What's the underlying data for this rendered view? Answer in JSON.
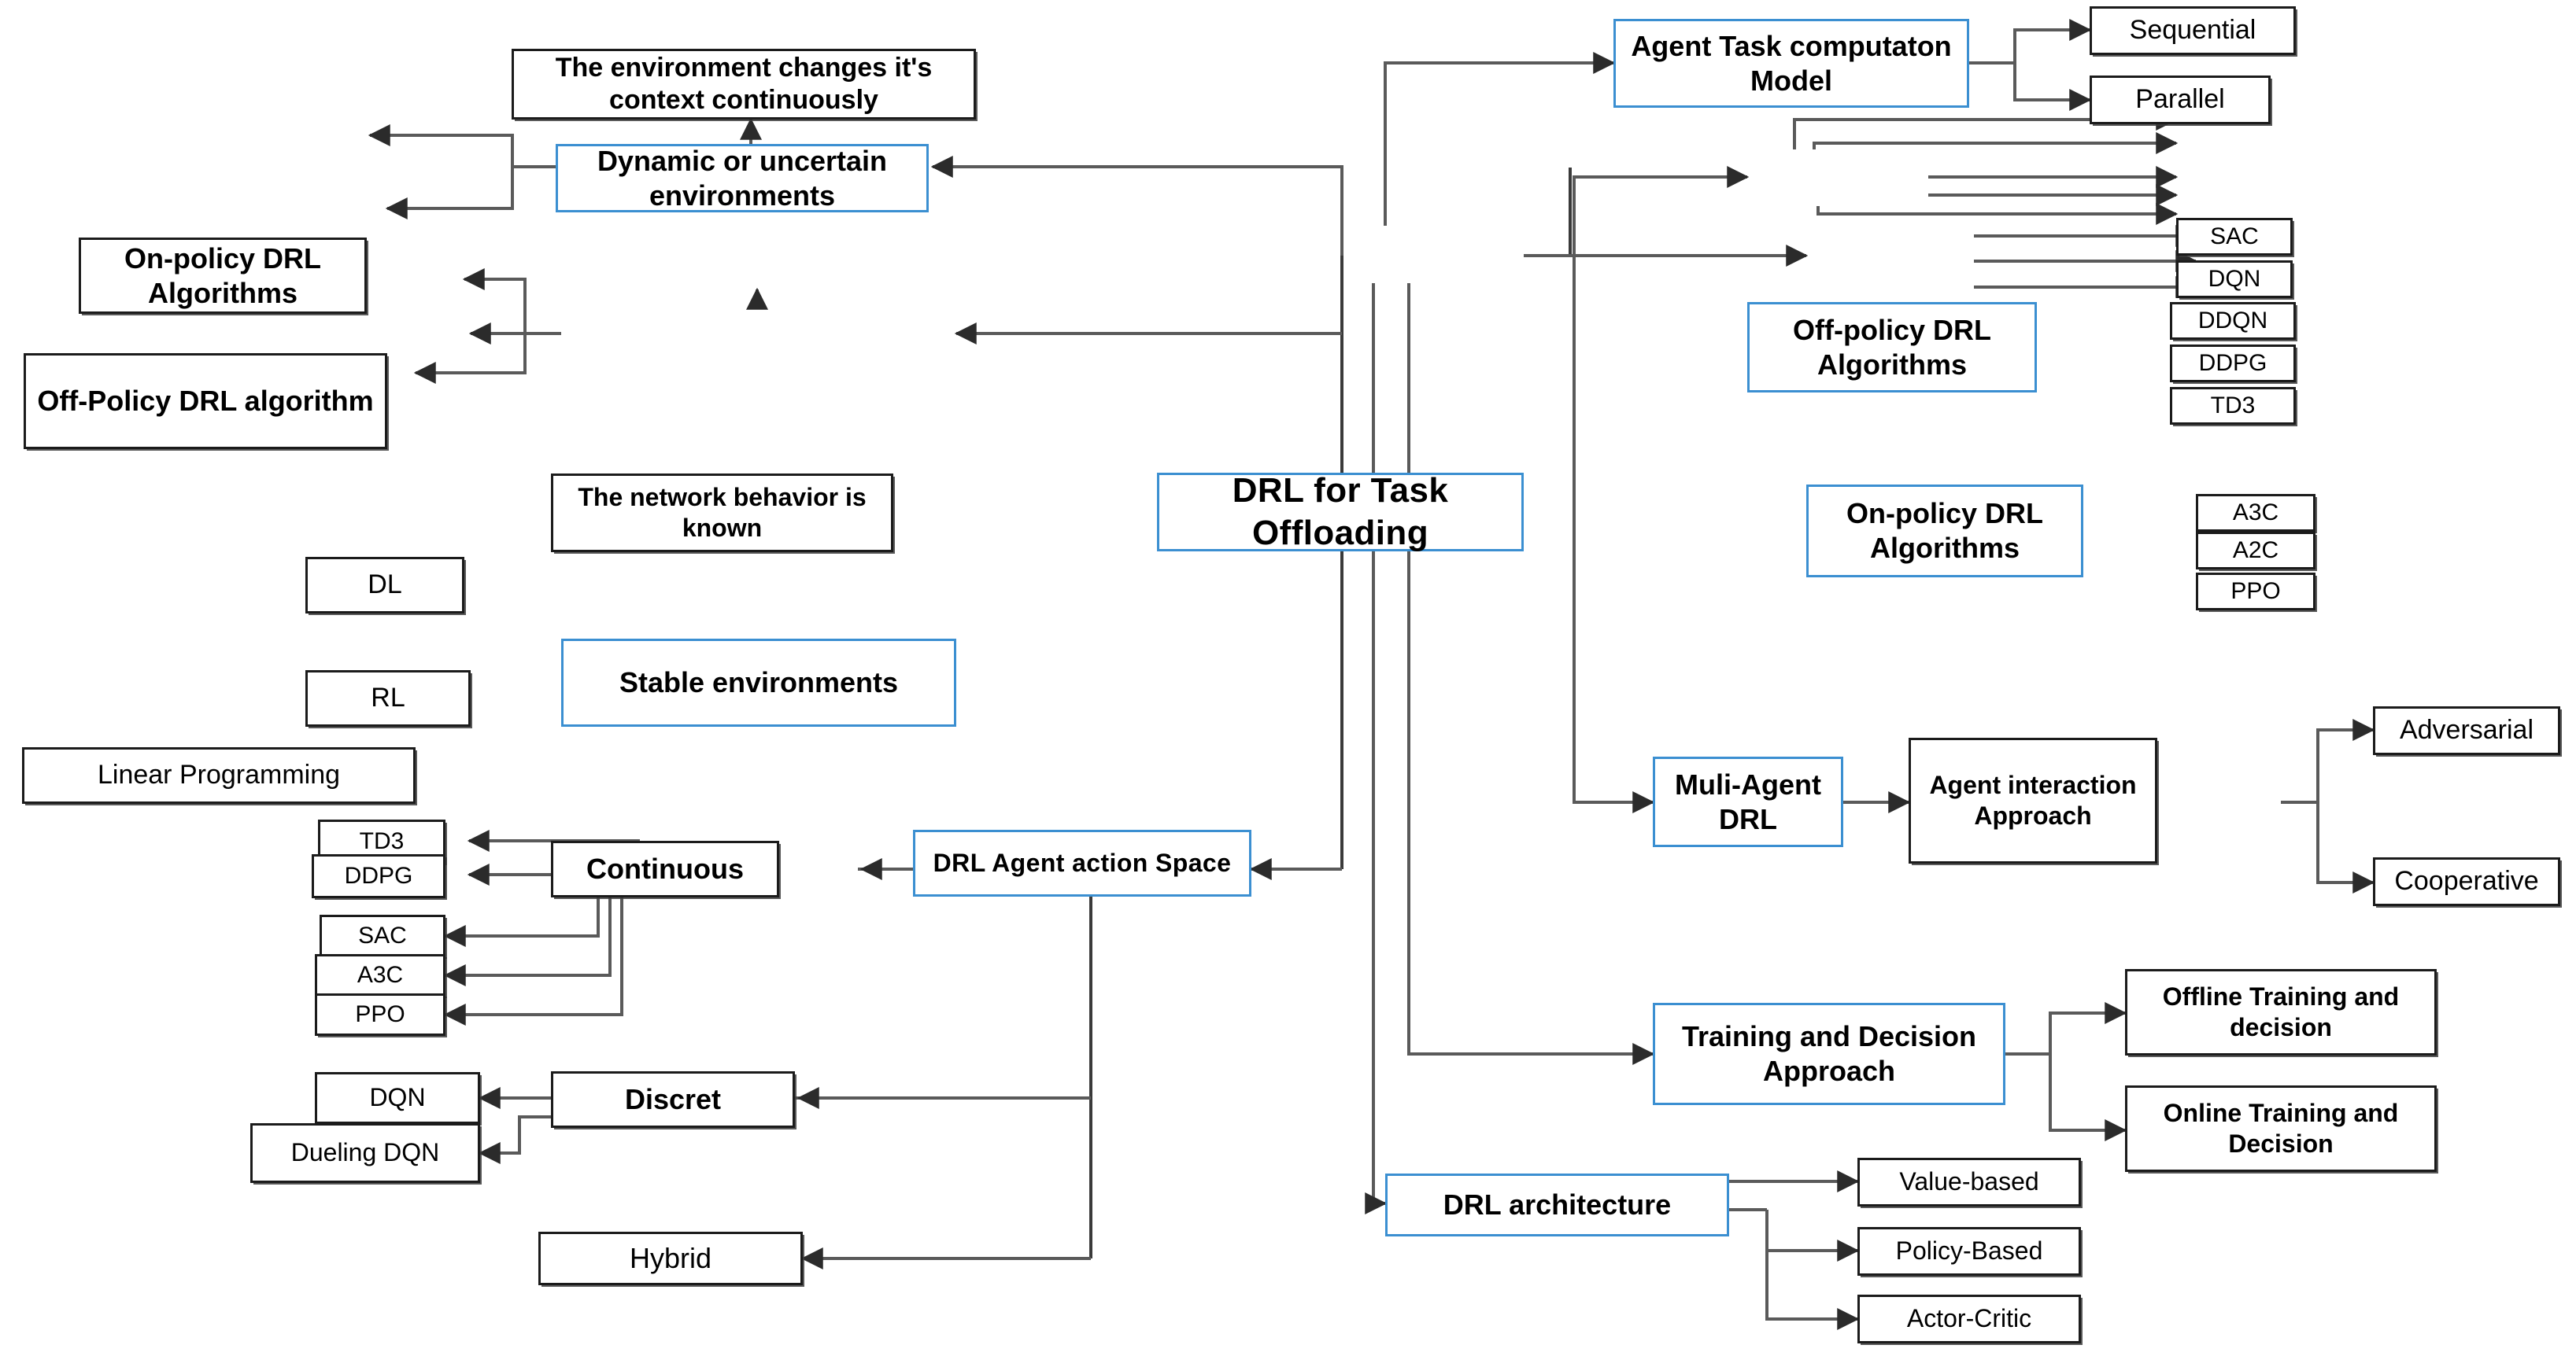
{
  "diagram": {
    "title": "DRL for Task Offloading",
    "type": "taxonomy-tree",
    "colors": {
      "accent_border": "#3B8FD1",
      "node_border": "#1B1B1B",
      "connector": "#595959",
      "background": "#FFFFFF",
      "text": "#000000"
    }
  },
  "root": {
    "label": "DRL for Task Offloading"
  },
  "branches": {
    "dynamic": {
      "label": "Dynamic or uncertain environments",
      "note": "The environment changes it's context continuously",
      "children": [
        {
          "label": "On-policy DRL Algorithms"
        },
        {
          "label": "Off-Policy DRL algorithm"
        }
      ]
    },
    "stable": {
      "label": "Stable environments",
      "note": "The network behavior is known",
      "children": [
        {
          "label": "DL"
        },
        {
          "label": "RL"
        },
        {
          "label": "Linear Programming"
        }
      ]
    },
    "action_space": {
      "label": "DRL Agent action Space",
      "children": [
        {
          "label": "Continuous",
          "children": [
            {
              "label": "TD3"
            },
            {
              "label": "DDPG"
            },
            {
              "label": "SAC"
            },
            {
              "label": "A3C"
            },
            {
              "label": "PPO"
            }
          ]
        },
        {
          "label": "Discret",
          "children": [
            {
              "label": "DQN"
            },
            {
              "label": "Dueling DQN"
            }
          ]
        },
        {
          "label": "Hybrid"
        }
      ]
    },
    "task_model": {
      "label": "Agent Task computaton Model",
      "children": [
        {
          "label": "Sequential"
        },
        {
          "label": "Parallel"
        }
      ]
    },
    "off_policy": {
      "label": "Off-policy DRL Algorithms",
      "children": [
        {
          "label": "SAC"
        },
        {
          "label": "DQN"
        },
        {
          "label": "DDQN"
        },
        {
          "label": "DDPG"
        },
        {
          "label": "TD3"
        }
      ]
    },
    "on_policy": {
      "label": "On-policy DRL Algorithms",
      "children": [
        {
          "label": "A3C"
        },
        {
          "label": "A2C"
        },
        {
          "label": "PPO"
        }
      ]
    },
    "multi_agent": {
      "label": "Muli-Agent DRL",
      "child": {
        "label": "Agent interaction Approach",
        "children": [
          {
            "label": "Adversarial"
          },
          {
            "label": "Cooperative"
          }
        ]
      }
    },
    "training": {
      "label": "Training and Decision Approach",
      "children": [
        {
          "label": "Offline Training and decision"
        },
        {
          "label": "Online Training and Decision"
        }
      ]
    },
    "architecture": {
      "label": "DRL architecture",
      "children": [
        {
          "label": "Value-based"
        },
        {
          "label": "Policy-Based"
        },
        {
          "label": "Actor-Critic"
        }
      ]
    }
  }
}
